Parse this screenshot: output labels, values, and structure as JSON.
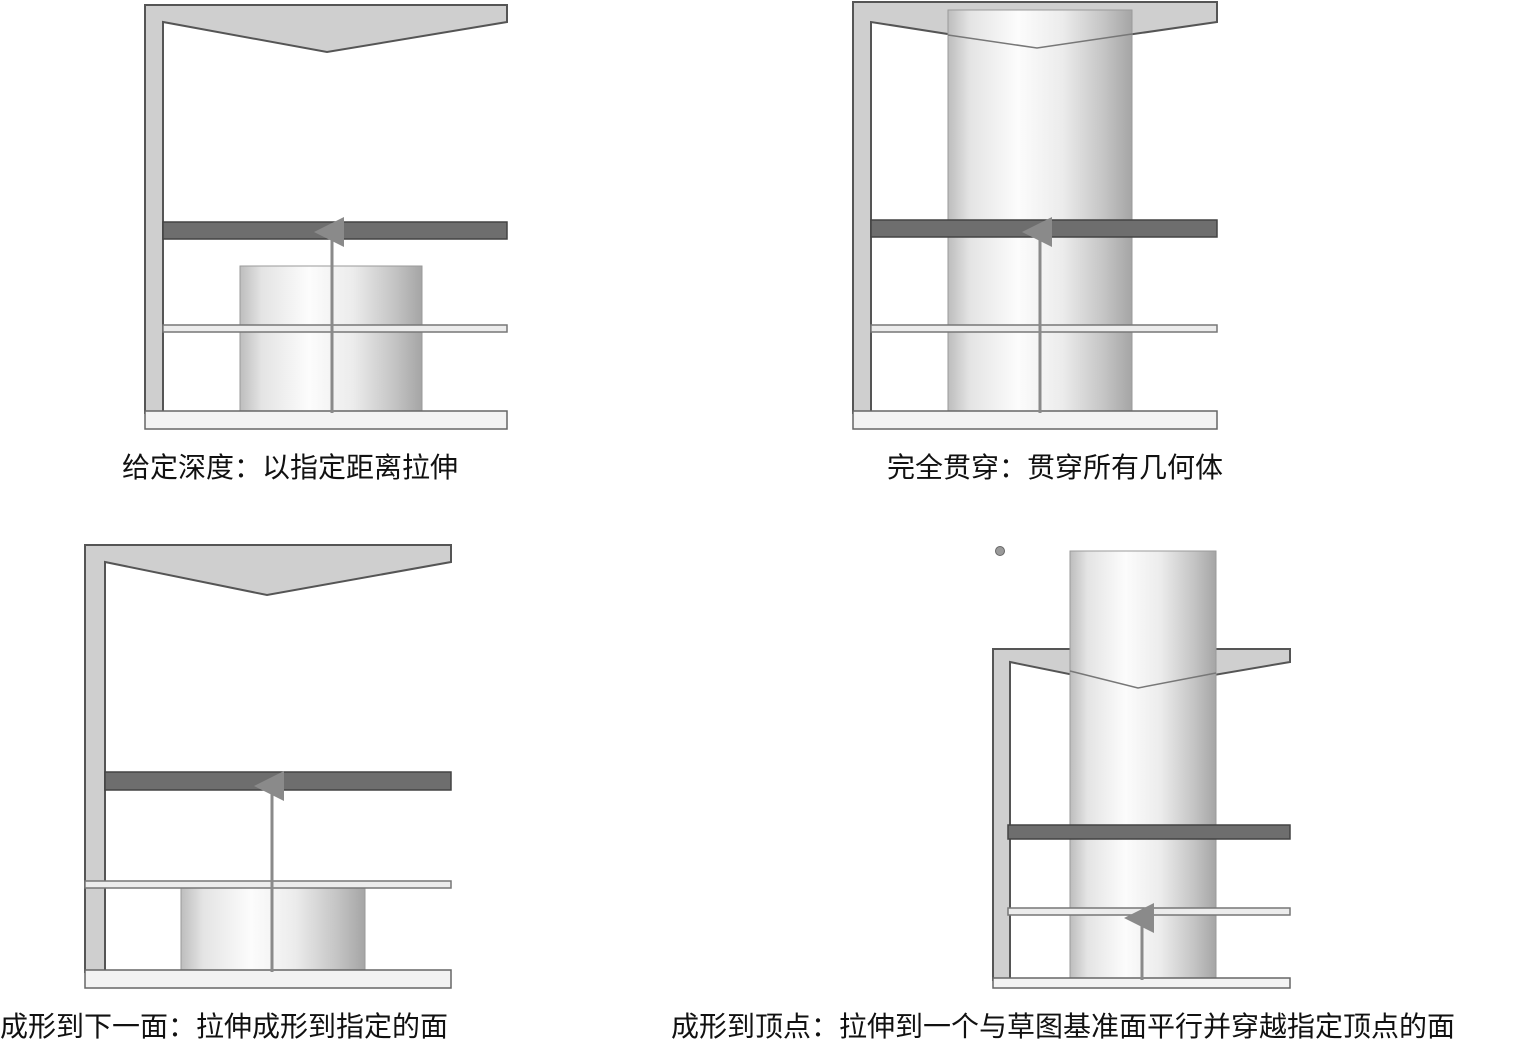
{
  "captions": {
    "panel1": "给定深度：以指定距离拉伸",
    "panel2": "完全贯穿：贯穿所有几何体",
    "panel3": "成形到下一面：拉伸成形到指定的面",
    "panel4": "成形到顶点：拉伸到一个与草图基准面平行并穿越指定顶点的面"
  },
  "colors": {
    "frame_fill": "#cfcfcf",
    "frame_stroke": "#555555",
    "dark_plate": "#6e6e6e",
    "base_plate": "#f3f3f3",
    "arrow": "#8a8a8a",
    "cylinder_light": "#fafafa",
    "cylinder_dark": "#a9a9a9"
  }
}
